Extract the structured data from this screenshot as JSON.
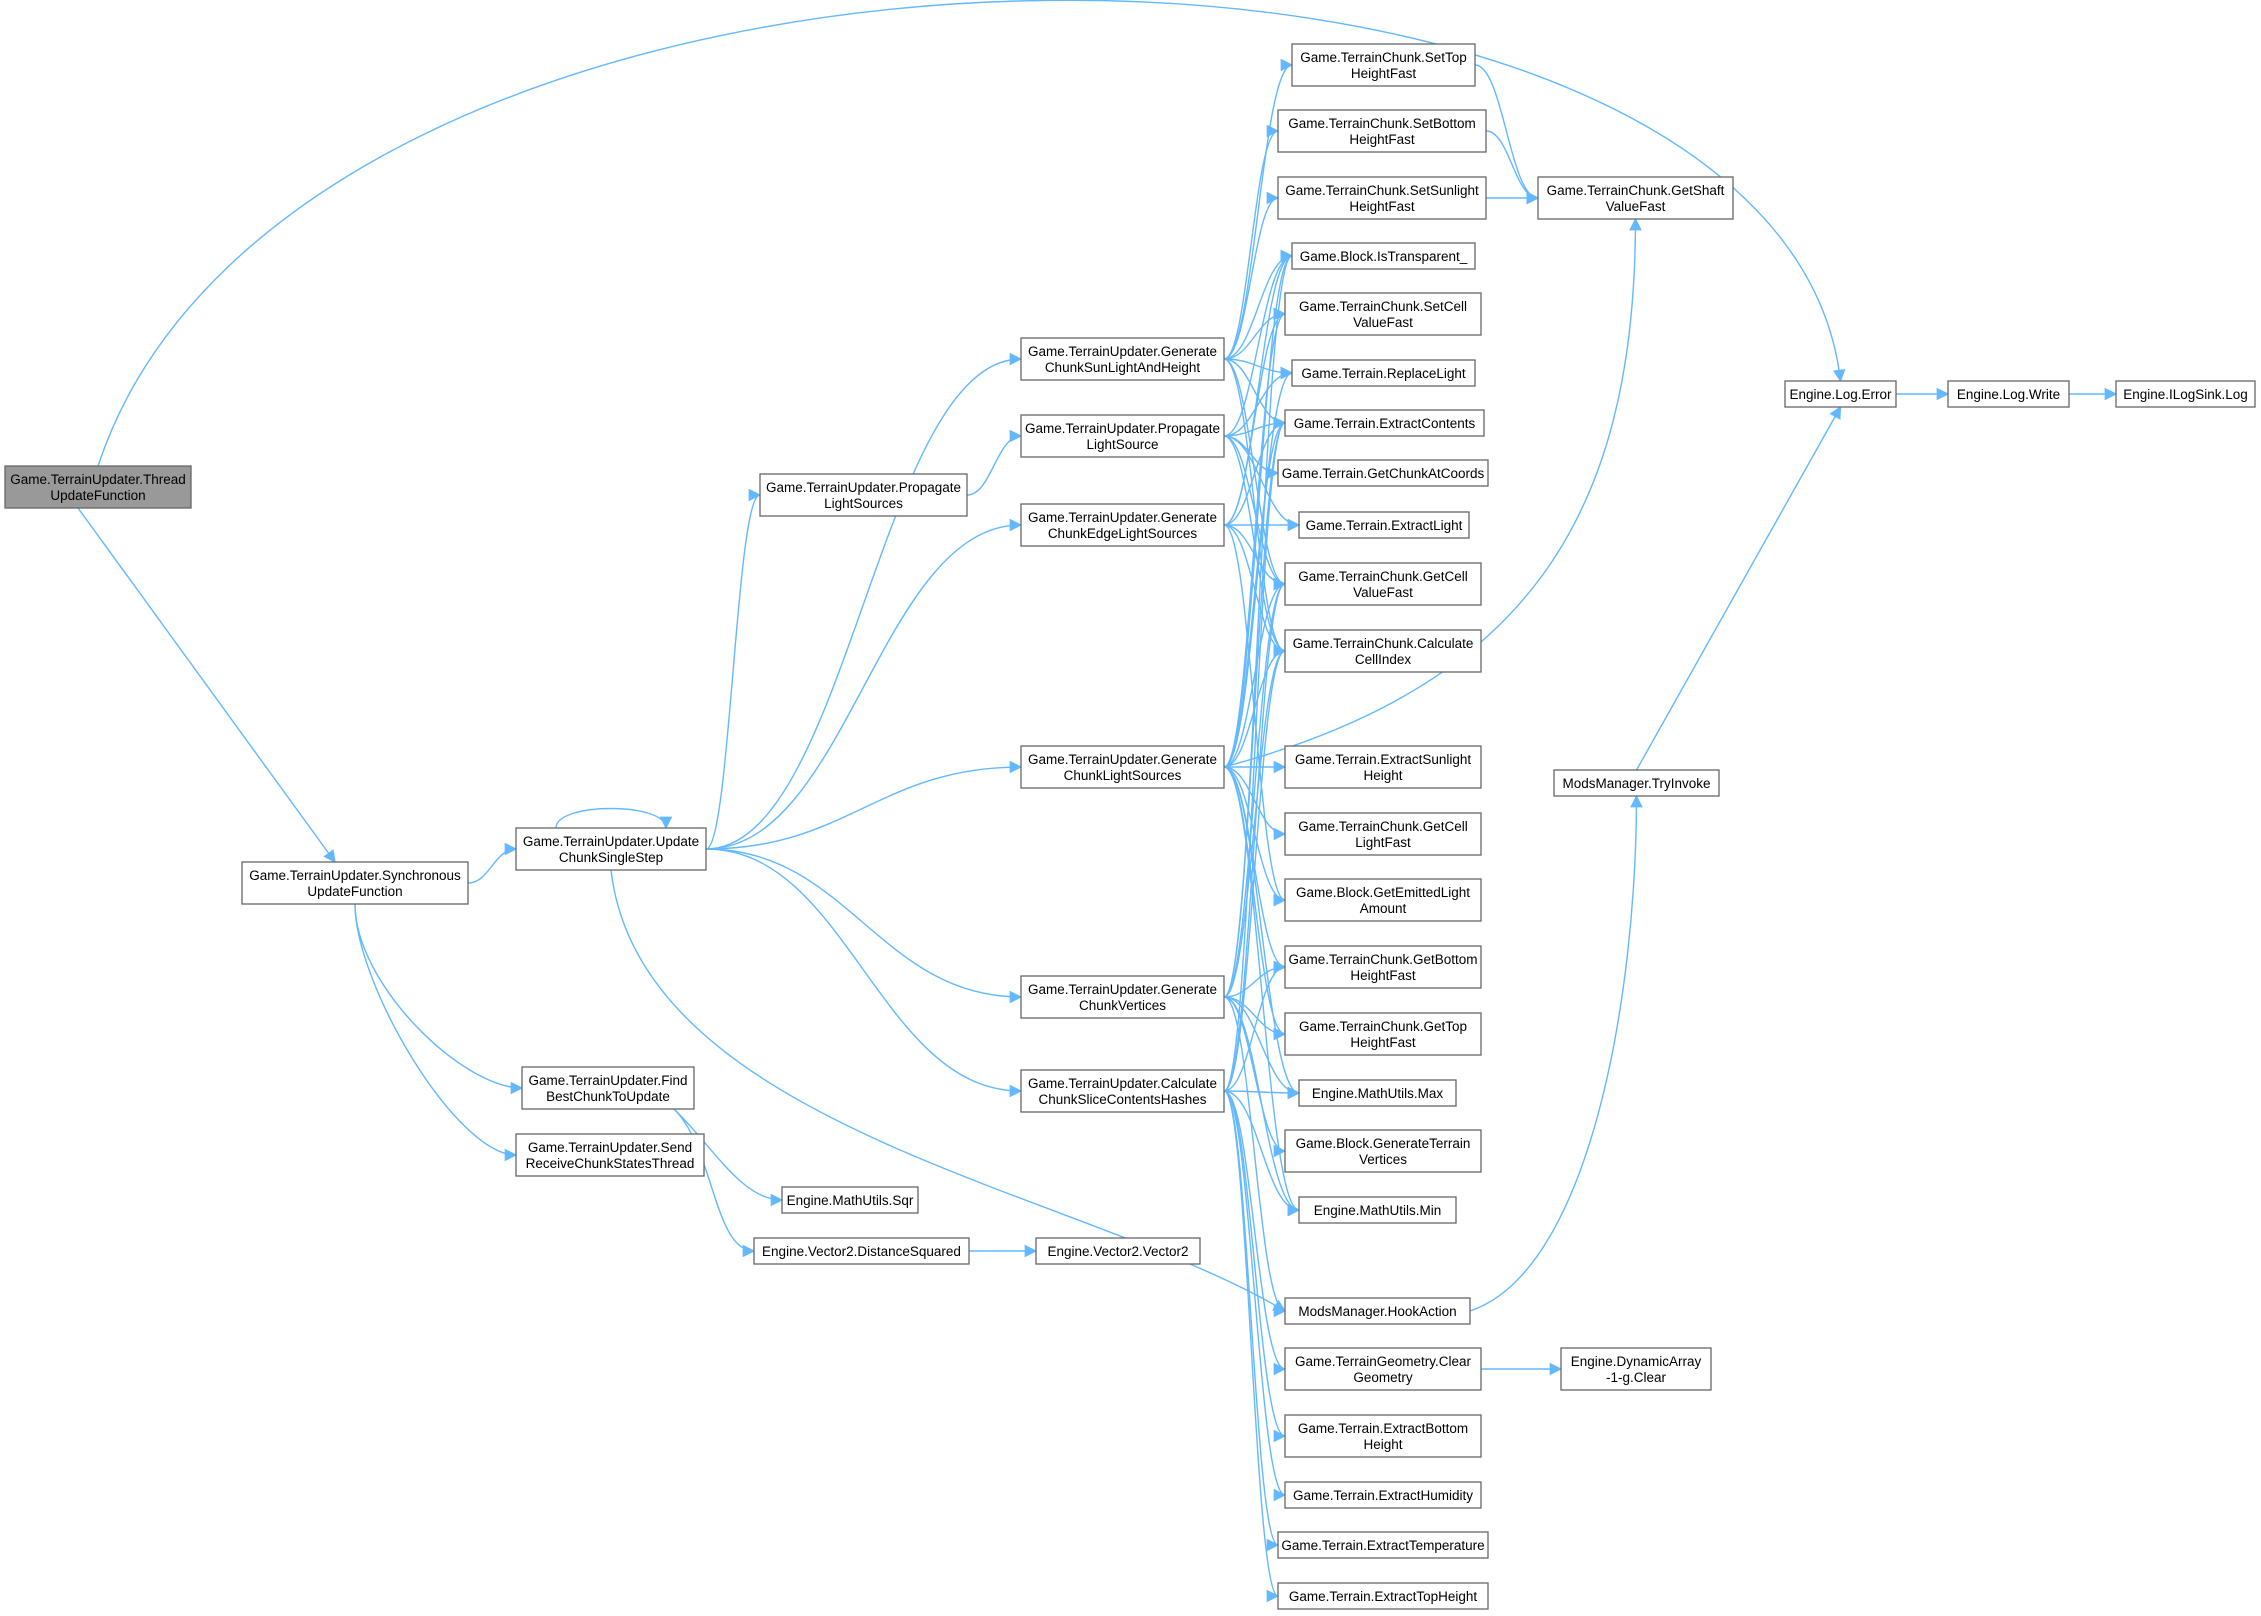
{
  "nodes": [
    {
      "id": "thread_update",
      "lines": [
        "Game.TerrainUpdater.Thread",
        "UpdateFunction"
      ],
      "root": true
    },
    {
      "id": "sync_update",
      "lines": [
        "Game.TerrainUpdater.Synchronous",
        "UpdateFunction"
      ]
    },
    {
      "id": "update_chunk",
      "lines": [
        "Game.TerrainUpdater.Update",
        "ChunkSingleStep"
      ]
    },
    {
      "id": "find_best",
      "lines": [
        "Game.TerrainUpdater.Find",
        "BestChunkToUpdate"
      ]
    },
    {
      "id": "send_receive",
      "lines": [
        "Game.TerrainUpdater.Send",
        "ReceiveChunkStatesThread"
      ]
    },
    {
      "id": "propagate_sources",
      "lines": [
        "Game.TerrainUpdater.Propagate",
        "LightSources"
      ]
    },
    {
      "id": "mathutils_sqr",
      "lines": [
        "Engine.MathUtils.Sqr"
      ]
    },
    {
      "id": "distance_squared",
      "lines": [
        "Engine.Vector2.DistanceSquared"
      ]
    },
    {
      "id": "vector2",
      "lines": [
        "Engine.Vector2.Vector2"
      ]
    },
    {
      "id": "gen_sunlight",
      "lines": [
        "Game.TerrainUpdater.Generate",
        "ChunkSunLightAndHeight"
      ]
    },
    {
      "id": "propagate_source",
      "lines": [
        "Game.TerrainUpdater.Propagate",
        "LightSource"
      ]
    },
    {
      "id": "gen_edge",
      "lines": [
        "Game.TerrainUpdater.Generate",
        "ChunkEdgeLightSources"
      ]
    },
    {
      "id": "gen_light_sources",
      "lines": [
        "Game.TerrainUpdater.Generate",
        "ChunkLightSources"
      ]
    },
    {
      "id": "gen_vertices",
      "lines": [
        "Game.TerrainUpdater.Generate",
        "ChunkVertices"
      ]
    },
    {
      "id": "calc_hashes",
      "lines": [
        "Game.TerrainUpdater.Calculate",
        "ChunkSliceContentsHashes"
      ]
    },
    {
      "id": "set_top",
      "lines": [
        "Game.TerrainChunk.SetTop",
        "HeightFast"
      ]
    },
    {
      "id": "set_bottom",
      "lines": [
        "Game.TerrainChunk.SetBottom",
        "HeightFast"
      ]
    },
    {
      "id": "set_sunlight",
      "lines": [
        "Game.TerrainChunk.SetSunlight",
        "HeightFast"
      ]
    },
    {
      "id": "is_transparent",
      "lines": [
        "Game.Block.IsTransparent_"
      ]
    },
    {
      "id": "set_cell",
      "lines": [
        "Game.TerrainChunk.SetCell",
        "ValueFast"
      ]
    },
    {
      "id": "replace_light",
      "lines": [
        "Game.Terrain.ReplaceLight"
      ]
    },
    {
      "id": "extract_contents",
      "lines": [
        "Game.Terrain.ExtractContents"
      ]
    },
    {
      "id": "get_chunk_at",
      "lines": [
        "Game.Terrain.GetChunkAtCoords"
      ]
    },
    {
      "id": "extract_light",
      "lines": [
        "Game.Terrain.ExtractLight"
      ]
    },
    {
      "id": "get_cell_value",
      "lines": [
        "Game.TerrainChunk.GetCell",
        "ValueFast"
      ]
    },
    {
      "id": "calc_cell_index",
      "lines": [
        "Game.TerrainChunk.Calculate",
        "CellIndex"
      ]
    },
    {
      "id": "extract_sunlight",
      "lines": [
        "Game.Terrain.ExtractSunlight",
        "Height"
      ]
    },
    {
      "id": "get_cell_light",
      "lines": [
        "Game.TerrainChunk.GetCell",
        "LightFast"
      ]
    },
    {
      "id": "emitted_light",
      "lines": [
        "Game.Block.GetEmittedLight",
        "Amount"
      ]
    },
    {
      "id": "get_bottom",
      "lines": [
        "Game.TerrainChunk.GetBottom",
        "HeightFast"
      ]
    },
    {
      "id": "get_top",
      "lines": [
        "Game.TerrainChunk.GetTop",
        "HeightFast"
      ]
    },
    {
      "id": "math_max",
      "lines": [
        "Engine.MathUtils.Max"
      ]
    },
    {
      "id": "gen_terrain_vertices",
      "lines": [
        "Game.Block.GenerateTerrain",
        "Vertices"
      ]
    },
    {
      "id": "math_min",
      "lines": [
        "Engine.MathUtils.Min"
      ]
    },
    {
      "id": "hook_action",
      "lines": [
        "ModsManager.HookAction"
      ]
    },
    {
      "id": "clear_geometry",
      "lines": [
        "Game.TerrainGeometry.Clear",
        "Geometry"
      ]
    },
    {
      "id": "extract_bottom",
      "lines": [
        "Game.Terrain.ExtractBottom",
        "Height"
      ]
    },
    {
      "id": "extract_humidity",
      "lines": [
        "Game.Terrain.ExtractHumidity"
      ]
    },
    {
      "id": "extract_temperature",
      "lines": [
        "Game.Terrain.ExtractTemperature"
      ]
    },
    {
      "id": "extract_top",
      "lines": [
        "Game.Terrain.ExtractTopHeight"
      ]
    },
    {
      "id": "get_shaft",
      "lines": [
        "Game.TerrainChunk.GetShaft",
        "ValueFast"
      ]
    },
    {
      "id": "try_invoke",
      "lines": [
        "ModsManager.TryInvoke"
      ]
    },
    {
      "id": "dynamic_clear",
      "lines": [
        "Engine.DynamicArray",
        "-1-g.Clear"
      ]
    },
    {
      "id": "log_error",
      "lines": [
        "Engine.Log.Error"
      ]
    },
    {
      "id": "log_write",
      "lines": [
        "Engine.Log.Write"
      ]
    },
    {
      "id": "ilogsink",
      "lines": [
        "Engine.ILogSink.Log"
      ]
    }
  ],
  "edges": [
    [
      "thread_update",
      "log_error"
    ],
    [
      "thread_update",
      "sync_update"
    ],
    [
      "sync_update",
      "update_chunk"
    ],
    [
      "sync_update",
      "find_best"
    ],
    [
      "sync_update",
      "send_receive"
    ],
    [
      "update_chunk",
      "update_chunk"
    ],
    [
      "update_chunk",
      "gen_sunlight"
    ],
    [
      "update_chunk",
      "propagate_sources"
    ],
    [
      "update_chunk",
      "gen_edge"
    ],
    [
      "update_chunk",
      "gen_light_sources"
    ],
    [
      "update_chunk",
      "gen_vertices"
    ],
    [
      "update_chunk",
      "calc_hashes"
    ],
    [
      "update_chunk",
      "hook_action"
    ],
    [
      "find_best",
      "mathutils_sqr"
    ],
    [
      "find_best",
      "distance_squared"
    ],
    [
      "distance_squared",
      "vector2"
    ],
    [
      "propagate_sources",
      "propagate_source"
    ],
    [
      "gen_sunlight",
      "set_top"
    ],
    [
      "gen_sunlight",
      "set_bottom"
    ],
    [
      "gen_sunlight",
      "set_sunlight"
    ],
    [
      "gen_sunlight",
      "is_transparent"
    ],
    [
      "gen_sunlight",
      "set_cell"
    ],
    [
      "gen_sunlight",
      "replace_light"
    ],
    [
      "gen_sunlight",
      "extract_contents"
    ],
    [
      "gen_sunlight",
      "get_cell_value"
    ],
    [
      "gen_sunlight",
      "calc_cell_index"
    ],
    [
      "propagate_source",
      "is_transparent"
    ],
    [
      "propagate_source",
      "replace_light"
    ],
    [
      "propagate_source",
      "extract_contents"
    ],
    [
      "propagate_source",
      "get_chunk_at"
    ],
    [
      "propagate_source",
      "extract_light"
    ],
    [
      "propagate_source",
      "get_cell_value"
    ],
    [
      "propagate_source",
      "calc_cell_index"
    ],
    [
      "gen_edge",
      "is_transparent"
    ],
    [
      "gen_edge",
      "set_cell"
    ],
    [
      "gen_edge",
      "extract_contents"
    ],
    [
      "gen_edge",
      "extract_light"
    ],
    [
      "gen_edge",
      "get_cell_value"
    ],
    [
      "gen_edge",
      "calc_cell_index"
    ],
    [
      "gen_edge",
      "emitted_light"
    ],
    [
      "gen_light_sources",
      "is_transparent"
    ],
    [
      "gen_light_sources",
      "set_cell"
    ],
    [
      "gen_light_sources",
      "replace_light"
    ],
    [
      "gen_light_sources",
      "extract_contents"
    ],
    [
      "gen_light_sources",
      "get_cell_value"
    ],
    [
      "gen_light_sources",
      "calc_cell_index"
    ],
    [
      "gen_light_sources",
      "extract_sunlight"
    ],
    [
      "gen_light_sources",
      "get_cell_light"
    ],
    [
      "gen_light_sources",
      "emitted_light"
    ],
    [
      "gen_light_sources",
      "get_bottom"
    ],
    [
      "gen_light_sources",
      "get_top"
    ],
    [
      "gen_light_sources",
      "math_max"
    ],
    [
      "gen_light_sources",
      "math_min"
    ],
    [
      "gen_light_sources",
      "get_shaft"
    ],
    [
      "gen_vertices",
      "is_transparent"
    ],
    [
      "gen_vertices",
      "extract_contents"
    ],
    [
      "gen_vertices",
      "get_cell_value"
    ],
    [
      "gen_vertices",
      "calc_cell_index"
    ],
    [
      "gen_vertices",
      "get_bottom"
    ],
    [
      "gen_vertices",
      "get_top"
    ],
    [
      "gen_vertices",
      "math_max"
    ],
    [
      "gen_vertices",
      "gen_terrain_vertices"
    ],
    [
      "gen_vertices",
      "math_min"
    ],
    [
      "gen_vertices",
      "hook_action"
    ],
    [
      "calc_hashes",
      "extract_contents"
    ],
    [
      "calc_hashes",
      "get_cell_value"
    ],
    [
      "calc_hashes",
      "calc_cell_index"
    ],
    [
      "calc_hashes",
      "get_bottom"
    ],
    [
      "calc_hashes",
      "math_max"
    ],
    [
      "calc_hashes",
      "math_min"
    ],
    [
      "calc_hashes",
      "clear_geometry"
    ],
    [
      "calc_hashes",
      "extract_bottom"
    ],
    [
      "calc_hashes",
      "extract_humidity"
    ],
    [
      "calc_hashes",
      "extract_temperature"
    ],
    [
      "calc_hashes",
      "extract_top"
    ],
    [
      "set_top",
      "get_shaft"
    ],
    [
      "set_bottom",
      "get_shaft"
    ],
    [
      "set_sunlight",
      "get_shaft"
    ],
    [
      "hook_action",
      "try_invoke"
    ],
    [
      "clear_geometry",
      "dynamic_clear"
    ],
    [
      "try_invoke",
      "log_error"
    ],
    [
      "log_error",
      "log_write"
    ],
    [
      "log_write",
      "ilogsink"
    ]
  ]
}
